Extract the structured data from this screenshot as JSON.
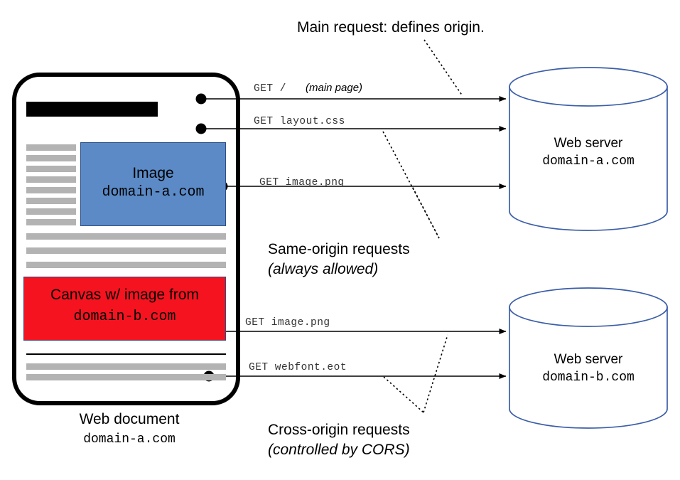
{
  "diagram": {
    "title_note": "Main request: defines origin.",
    "document": {
      "caption_line1": "Web document",
      "caption_line2": "domain-a.com",
      "image_block": {
        "line1": "Image",
        "line2": "domain-a.com",
        "color": "#5b8ac6"
      },
      "canvas_block": {
        "line1": "Canvas w/ image from",
        "line2": "domain-b.com",
        "color": "#f5131f"
      }
    },
    "requests": [
      {
        "id": "req-main",
        "method": "GET",
        "path": "/",
        "note": "(main page)"
      },
      {
        "id": "req-css",
        "method": "GET",
        "path": "layout.css",
        "note": ""
      },
      {
        "id": "req-img-a",
        "method": "GET",
        "path": "image.png",
        "note": ""
      },
      {
        "id": "req-img-b",
        "method": "GET",
        "path": "image.png",
        "note": ""
      },
      {
        "id": "req-webfont",
        "method": "GET",
        "path": "webfont.eot",
        "note": ""
      }
    ],
    "request_labels": {
      "main": "GET /",
      "main_note": "(main page)",
      "css": "GET layout.css",
      "image_a": "GET image.png",
      "image_b": "GET image.png",
      "webfont": "GET webfont.eot"
    },
    "servers": [
      {
        "id": "server-a",
        "line1": "Web server",
        "line2": "domain-a.com",
        "outline": "#3b5ea8"
      },
      {
        "id": "server-b",
        "line1": "Web server",
        "line2": "domain-b.com",
        "outline": "#3b5ea8"
      }
    ],
    "annotations": {
      "same_origin_line1": "Same-origin requests",
      "same_origin_line2": "(always allowed)",
      "cross_origin_line1": "Cross-origin requests",
      "cross_origin_line2": "(controlled by CORS)"
    }
  }
}
